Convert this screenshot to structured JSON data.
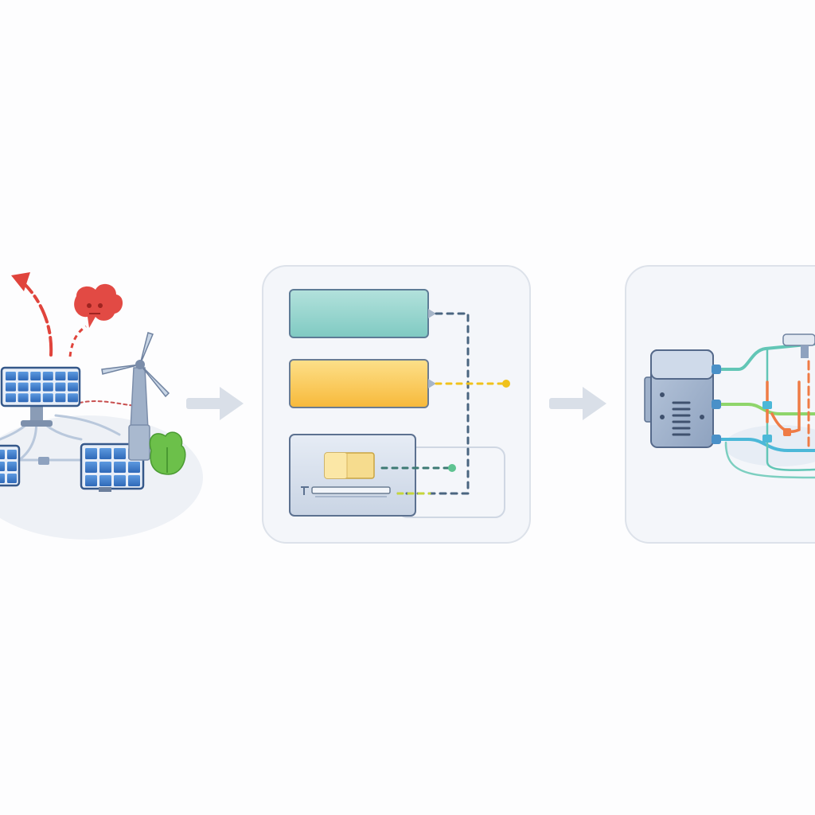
{
  "diagram": {
    "stages": [
      {
        "id": "sources",
        "icons": [
          "solar-panel-icon",
          "wind-turbine-icon",
          "plant-icon",
          "emission-cloud-icon",
          "warning-arrow-icon"
        ]
      },
      {
        "id": "storage",
        "icons": [
          "battery-bar-icon",
          "battery-bar-icon",
          "control-unit-icon"
        ]
      },
      {
        "id": "distribution",
        "icons": [
          "converter-box-icon",
          "pipe-network-icon"
        ]
      }
    ],
    "colors": {
      "background": "#fdfdfe",
      "panel_fill": "#f4f6fa",
      "panel_border": "#dde2ea",
      "arrow": "#d9dfe8",
      "solar_blue": "#3f7fd0",
      "teal_bar": "#8fd3cc",
      "yellow_bar": "#fbc94a",
      "unit_fill": "#dde5f0",
      "warning_red": "#e0443c",
      "leaf_green": "#6cc04a",
      "pipe_teal": "#62c6b6",
      "pipe_orange": "#ef7b45",
      "dash_navy": "#4a6580",
      "dash_yellow": "#f0c21c",
      "dash_green": "#5ec391"
    }
  }
}
